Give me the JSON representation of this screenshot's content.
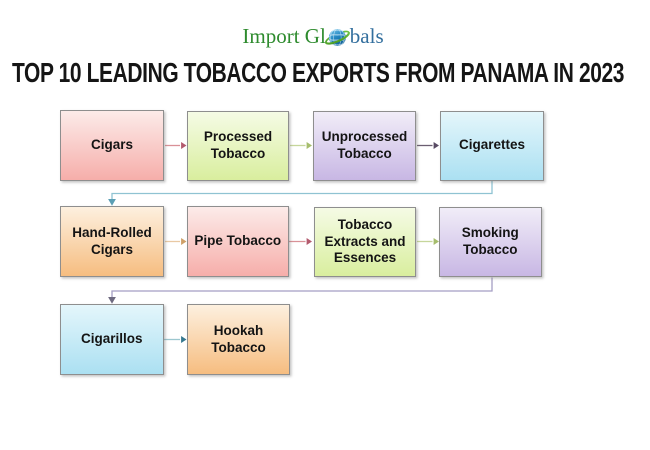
{
  "logo": {
    "text_green": "Import Gl",
    "text_blue": "bals",
    "green_color": "#2e8b2e",
    "blue_color": "#336f9e"
  },
  "title": "TOP 10 LEADING TOBACCO EXPORTS FROM PANAMA IN 2023",
  "diagram": {
    "nodes": [
      {
        "id": "cigars",
        "label": "Cigars",
        "row": 1,
        "col": 1,
        "color": "pink"
      },
      {
        "id": "processed-tobacco",
        "label": "Processed Tobacco",
        "row": 1,
        "col": 2,
        "color": "green"
      },
      {
        "id": "unprocessed-tobacco",
        "label": "Unprocessed Tobacco",
        "row": 1,
        "col": 3,
        "color": "purple"
      },
      {
        "id": "cigarettes",
        "label": "Cigarettes",
        "row": 1,
        "col": 4,
        "color": "blue"
      },
      {
        "id": "hand-rolled-cigars",
        "label": "Hand-Rolled Cigars",
        "row": 2,
        "col": 1,
        "color": "orange"
      },
      {
        "id": "pipe-tobacco",
        "label": "Pipe Tobacco",
        "row": 2,
        "col": 2,
        "color": "pink"
      },
      {
        "id": "tobacco-extracts",
        "label": "Tobacco Extracts and Essences",
        "row": 2,
        "col": 3,
        "color": "green"
      },
      {
        "id": "smoking-tobacco",
        "label": "Smoking Tobacco",
        "row": 2,
        "col": 4,
        "color": "purple"
      },
      {
        "id": "cigarillos",
        "label": "Cigarillos",
        "row": 3,
        "col": 1,
        "color": "blue"
      },
      {
        "id": "hookah-tobacco",
        "label": "Hookah Tobacco",
        "row": 3,
        "col": 2,
        "color": "orange"
      }
    ],
    "edges": [
      {
        "from": "cigars",
        "to": "processed-tobacco"
      },
      {
        "from": "processed-tobacco",
        "to": "unprocessed-tobacco"
      },
      {
        "from": "unprocessed-tobacco",
        "to": "cigarettes"
      },
      {
        "from": "cigarettes",
        "to": "hand-rolled-cigars"
      },
      {
        "from": "hand-rolled-cigars",
        "to": "pipe-tobacco"
      },
      {
        "from": "pipe-tobacco",
        "to": "tobacco-extracts"
      },
      {
        "from": "tobacco-extracts",
        "to": "smoking-tobacco"
      },
      {
        "from": "smoking-tobacco",
        "to": "cigarillos"
      },
      {
        "from": "cigarillos",
        "to": "hookah-tobacco"
      }
    ],
    "palette": {
      "pink": {
        "top": "#fcebe9",
        "bottom": "#f6aeaa"
      },
      "green": {
        "top": "#f5fbe5",
        "bottom": "#d9ee9e"
      },
      "purple": {
        "top": "#f1edf8",
        "bottom": "#c8b7e4"
      },
      "blue": {
        "top": "#e4f6fb",
        "bottom": "#abe0f2"
      },
      "orange": {
        "top": "#fdf0df",
        "bottom": "#f6bd80"
      }
    },
    "arrow_colors": {
      "pink": {
        "line": "#d99197",
        "head": "#b35a6e"
      },
      "green": {
        "line": "#c6d69b",
        "head": "#a6bd6d"
      },
      "darkpurple": {
        "line": "#6b5e71",
        "head": "#584a63"
      },
      "orange": {
        "line": "#e9c9a4",
        "head": "#cfa068"
      },
      "teal": {
        "line": "#8fc3d2",
        "head": "#5b9fb5"
      },
      "cyan": {
        "line": "#9cc7cf",
        "head": "#35788f"
      },
      "violet": {
        "line": "#a59ec4",
        "head": "#6e6a80"
      }
    }
  }
}
